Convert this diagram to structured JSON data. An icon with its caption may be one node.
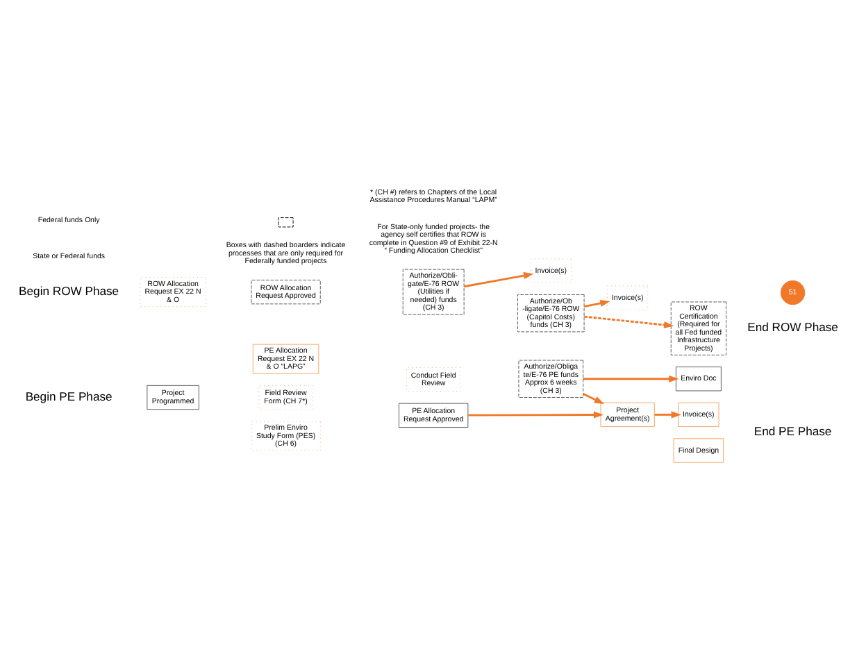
{
  "diagram": {
    "nodes": [
      {
        "text": [
          "Project Programmed"
        ]
      },
      {
        "text": [
          "PE Allocation Request EX 22 N & O “LAPG”"
        ]
      },
      {
        "text": [
          "Field Review Form (CH 7*)"
        ]
      },
      {
        "text": [
          "Prelim Enviro Study Form (PES) (CH 6)"
        ]
      },
      {
        "text": [
          "Conduct Field Review"
        ]
      },
      {
        "text": [
          "PE Allocation Request Approved"
        ]
      },
      {
        "text": [
          "Authorize/Obligate/E-76 PE funds Approx 6 weeks (CH 3)"
        ]
      },
      {
        "text": [
          "Project Agreement(s)"
        ]
      },
      {
        "text": [
          "Invoice(s)"
        ]
      },
      {
        "text": [
          "Enviro Doc"
        ]
      },
      {
        "text": [
          "Final Design"
        ]
      },
      {
        "text": [
          "ROW Allocation Request EX 22 N & O"
        ]
      },
      {
        "text": [
          "ROW Allocation Request Approved"
        ]
      },
      {
        "text": [
          "Authorize/Obli- gate/E-76 ROW (Utilities if needed) funds (CH 3)"
        ]
      },
      {
        "text": [
          "Invoice(s)"
        ]
      },
      {
        "text": [
          "Authorize/Ob -ligate/E-76 ROW (Capitol Costs) funds (CH 3)"
        ]
      },
      {
        "text": [
          "Invoice(s)"
        ]
      },
      {
        "text": [
          "ROW Certification (Required for all Fed funded Infrastructure Projects)"
        ]
      },
      {
        "text": [
          "51"
        ]
      }
    ],
    "edges": [
      {
        "from": 6,
        "to": 9,
        "arrow": "to"
      },
      {
        "from": 6,
        "to": 7,
        "arrow": "to"
      },
      {
        "from": 5,
        "to": 7,
        "arrow": "to"
      },
      {
        "from": 7,
        "to": 8,
        "arrow": "to"
      },
      {
        "from": 13,
        "to": 14,
        "arrow": "to"
      },
      {
        "from": 15,
        "to": 16,
        "arrow": "to"
      },
      {
        "from": 15,
        "to": 17,
        "arrow": "to",
        "style": "dashed"
      }
    ],
    "labels": [
      "Begin PE Phase",
      "State or Federal funds",
      "End PE Phase",
      "For State-only funded projects- the agency self certifies that ROW is complete in Question #9 of Exhibit 22-N “ Funding Allocation Checklist\"",
      "Begin ROW Phase",
      "Federal funds Only",
      "End ROW Phase",
      "* (CH #) refers to Chapters of the Local Assistance Procedures Manual “LAPM”"
    ],
    "legend": [
      {
        "text": "Boxes with dashed boarders indicate processes that are only required for Federally funded projects"
      }
    ]
  }
}
